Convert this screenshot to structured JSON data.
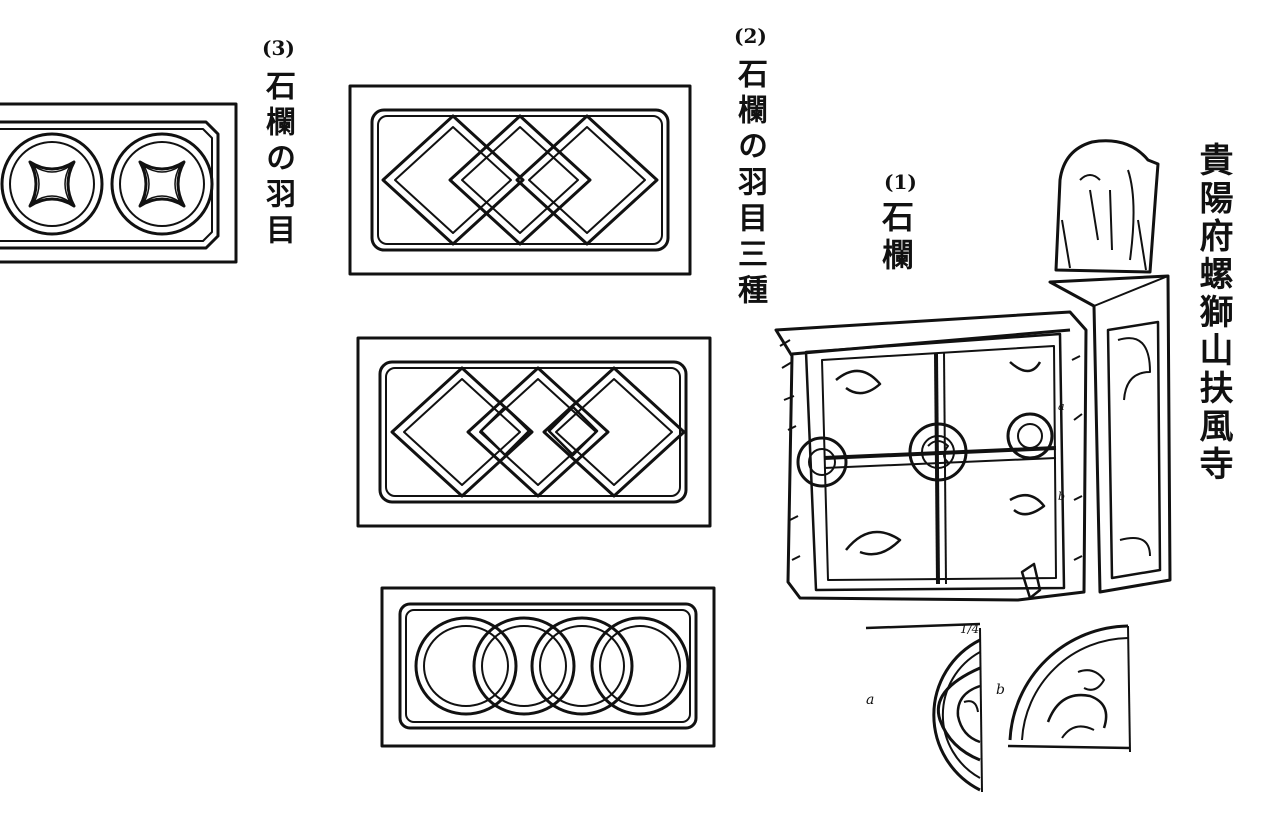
{
  "labels": {
    "temple_name": "貴陽府螺獅山扶風寺",
    "fig1_num": "(1)",
    "fig1_title": "石欄",
    "fig2_num": "(2)",
    "fig2_title": "石欄の羽目三種",
    "fig3_num": "(3)",
    "fig3_title": "石欄の羽目",
    "detail_a": "a",
    "detail_b": "b",
    "detail_ratio": "1/4",
    "grid_a": "a",
    "grid_b": "b"
  },
  "colors": {
    "ink": "#111111",
    "paper": "#ffffff"
  }
}
